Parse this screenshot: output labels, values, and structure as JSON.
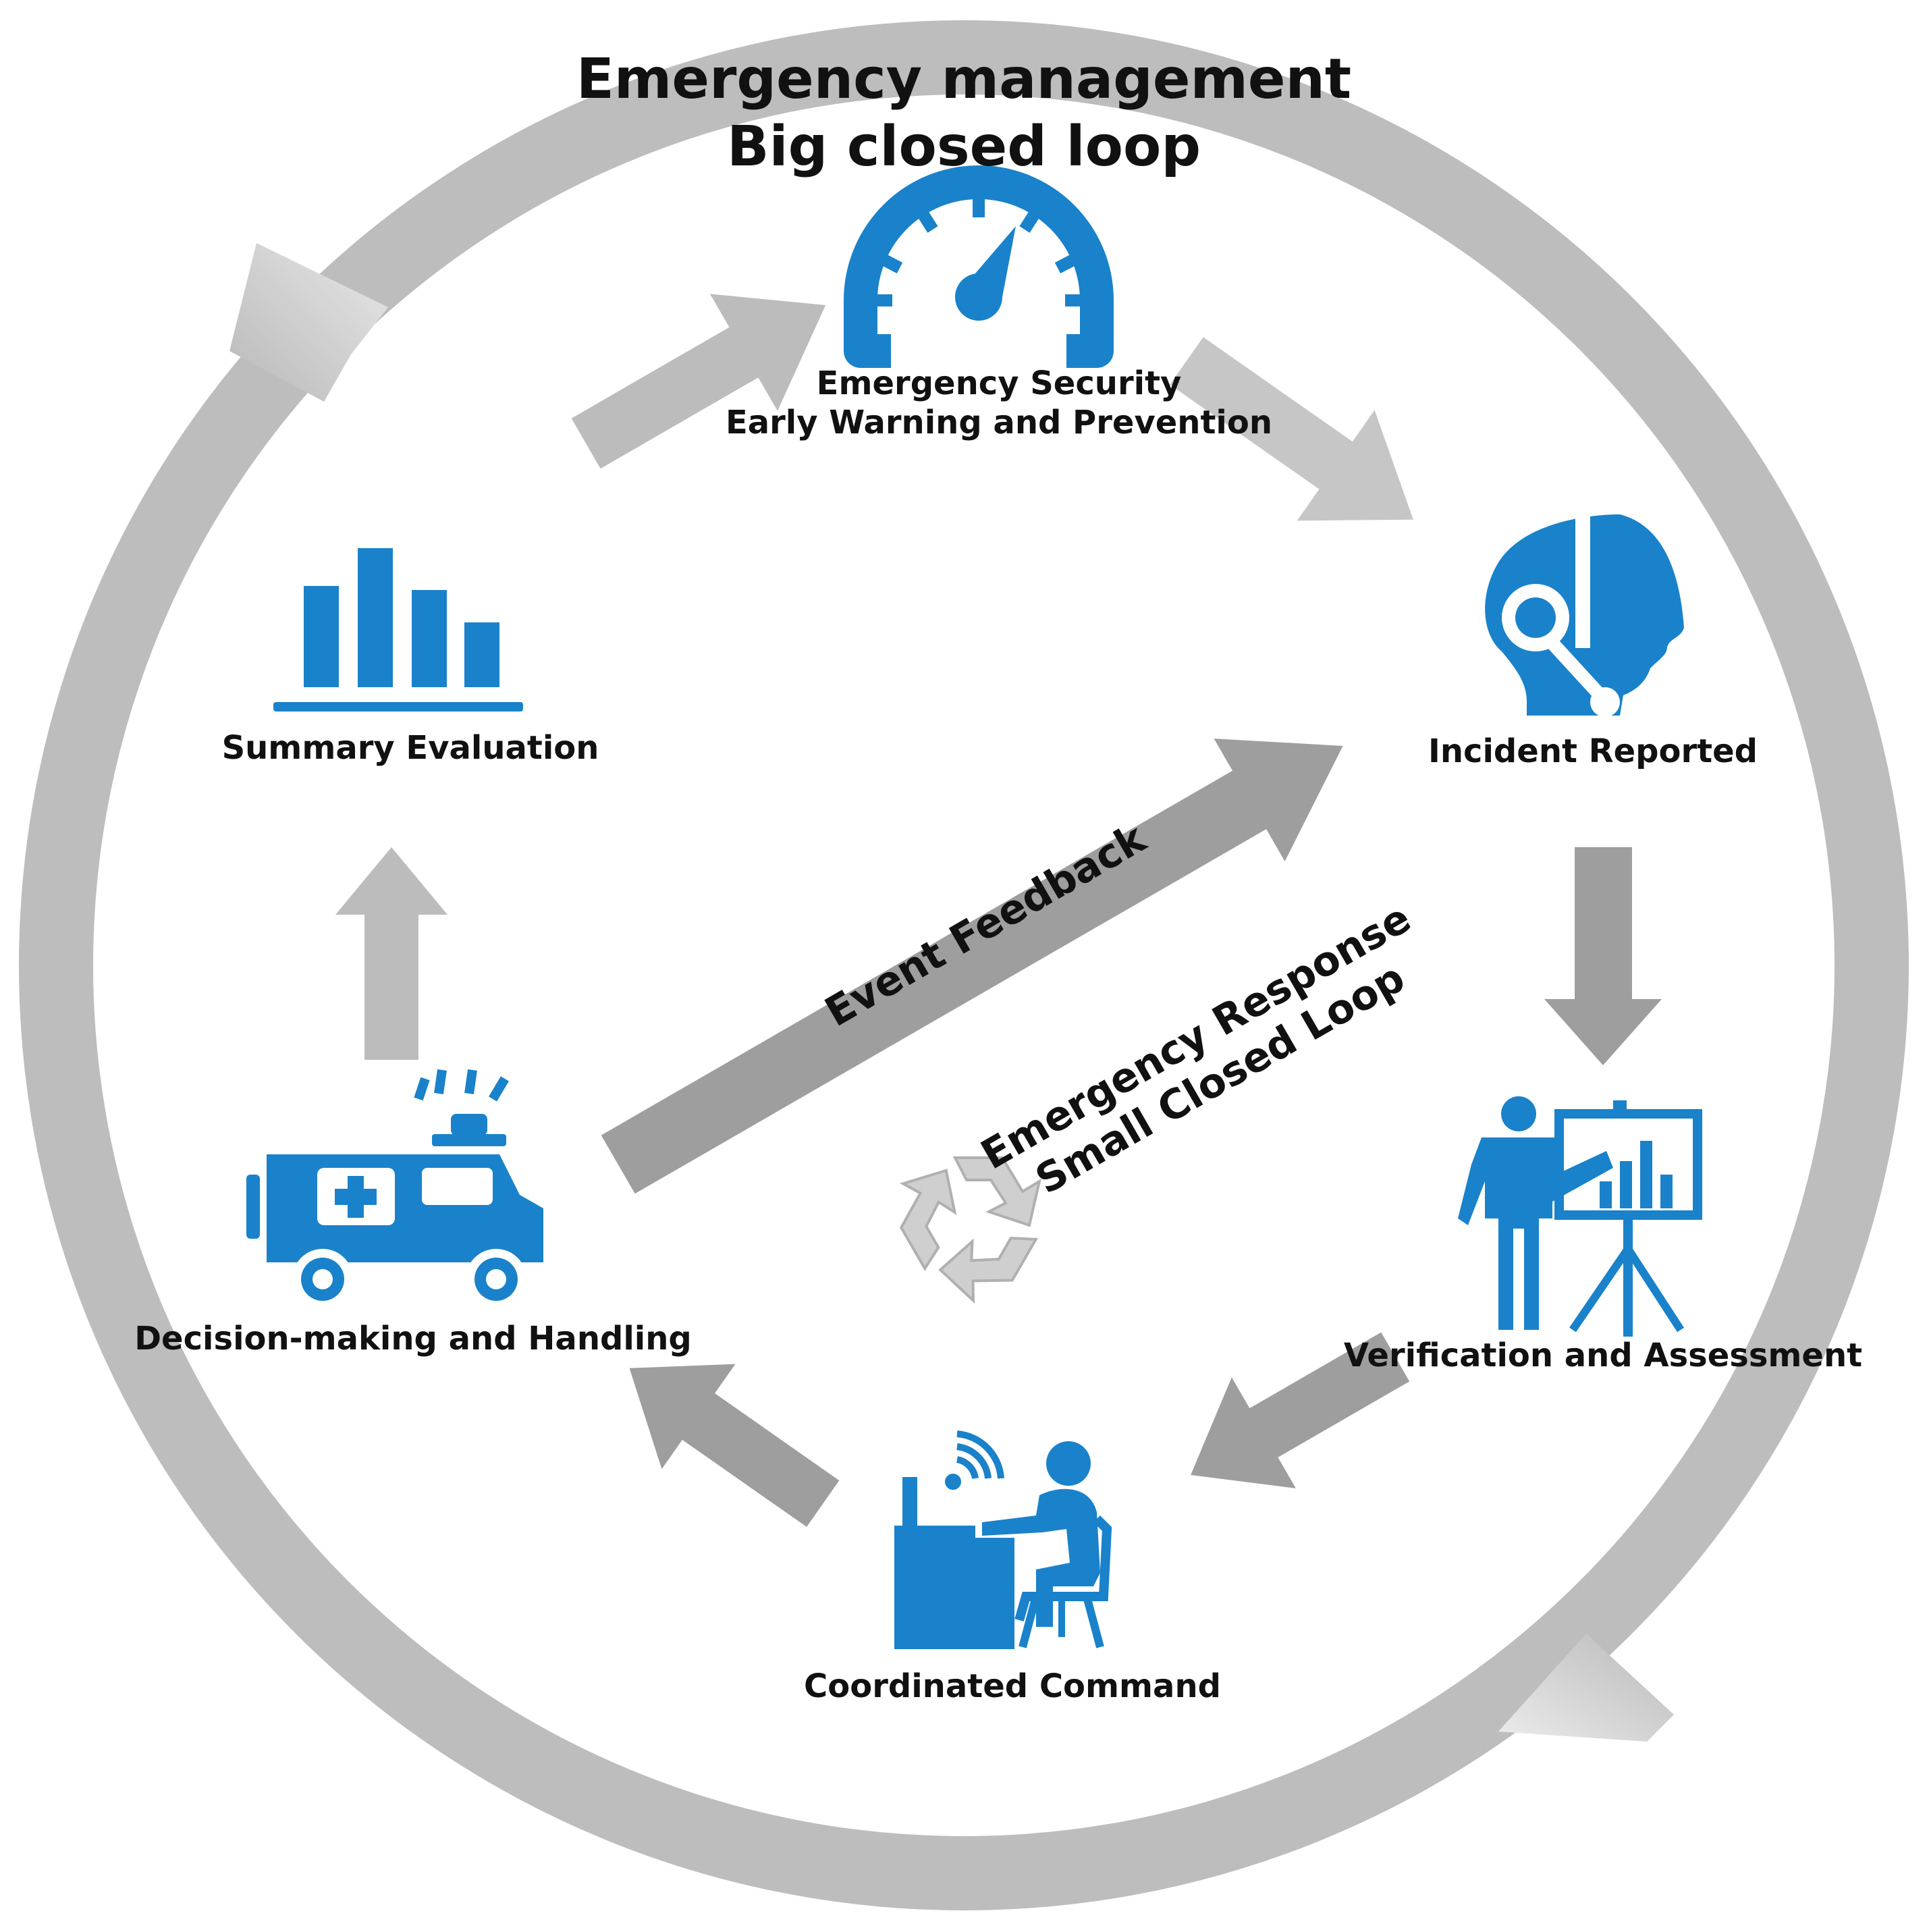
{
  "title": {
    "line1": "Emergency management",
    "line2": "Big closed loop"
  },
  "nodes": {
    "early_warning": {
      "line1": "Emergency Security",
      "line2": "Early Warning and Prevention",
      "icon": "speedometer-icon"
    },
    "incident_reported": {
      "label": "Incident Reported",
      "icon": "headset-operator-icon"
    },
    "verification": {
      "label": "Verification and Assessment",
      "icon": "presenter-chart-icon"
    },
    "coordinated_command": {
      "label": "Coordinated Command",
      "icon": "operator-desk-icon"
    },
    "decision_handling": {
      "label": "Decision-making and Handling",
      "icon": "ambulance-icon"
    },
    "summary_evaluation": {
      "label": "Summary Evaluation",
      "icon": "bar-chart-icon"
    }
  },
  "center": {
    "feedback_label": "Event Feedback",
    "small_loop_line1": "Emergency Response",
    "small_loop_line2": "Small Closed Loop",
    "icon": "recycle-icon"
  },
  "colors": {
    "icon_blue": "#1a82ca",
    "ring_gray": "#bdbdbd",
    "arrow_gray": "#9e9e9e",
    "arrow_light": "#bcbcbc",
    "text": "#111111"
  }
}
